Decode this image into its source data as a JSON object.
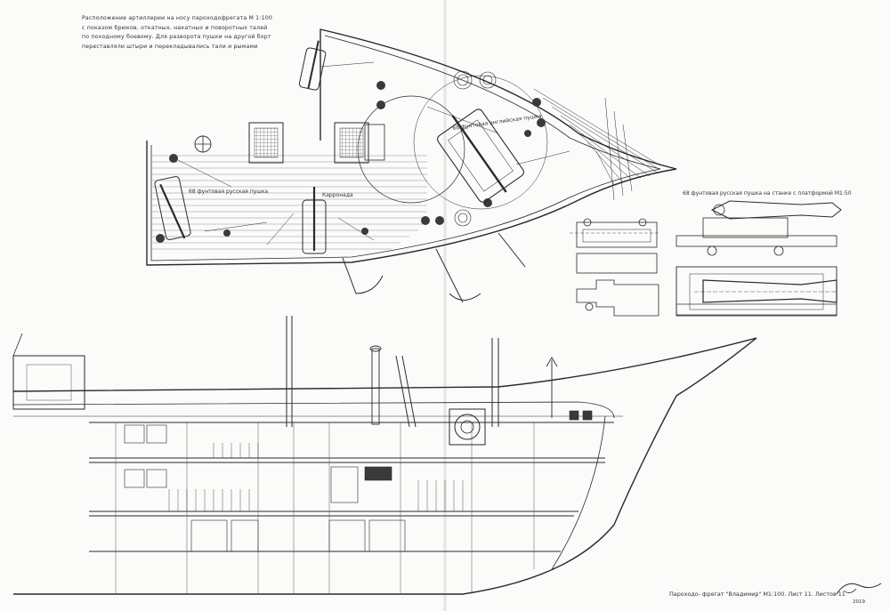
{
  "note_lines": [
    "Расположение артиллерии на носу пароходофрегата М 1:100",
    "с показом брюков, откатных, накатных и поворотных талей",
    "по походному боевому. Для разворота пушки на другой борт",
    "переставляли штыри и перекладывались тали и рымами"
  ],
  "label_68_english": "68 фунтовая английская пушка",
  "label_68_russian": "68 фунтовая русская пушка",
  "label_caronade": "Карронада",
  "label_gun_platform": "68 фунтовая русская пушка на станке с платформой М1:50",
  "footer_text": "Пароходо- фрегат \"Владимир\" М1:100. Лист 11. Листов 11",
  "signature_year": "2019",
  "colors": {
    "ink": "#2a2a2a",
    "paper": "#fbfbfa",
    "fill_dark": "#3a3a3a"
  }
}
